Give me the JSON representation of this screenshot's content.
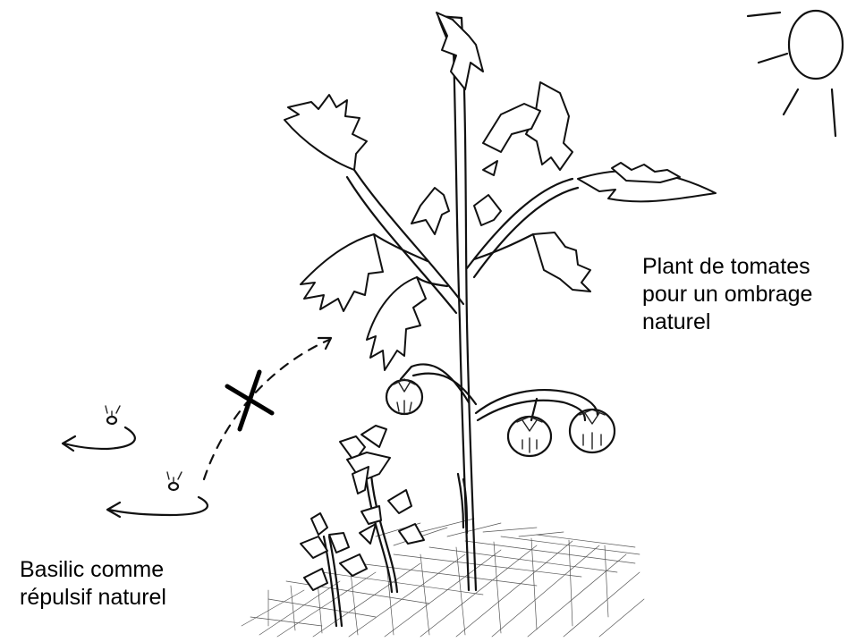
{
  "labels": {
    "tomato": [
      "Plant de tomates",
      "pour un ombrage",
      "naturel"
    ],
    "basil": [
      "Basilic comme",
      "répulsif naturel"
    ]
  },
  "icons": [
    "sun-icon",
    "insect-icon",
    "cross-mark-icon",
    "tomato-fruit-icon",
    "basil-plant-icon"
  ],
  "colors": {
    "ink": "#111111",
    "background": "#ffffff"
  }
}
